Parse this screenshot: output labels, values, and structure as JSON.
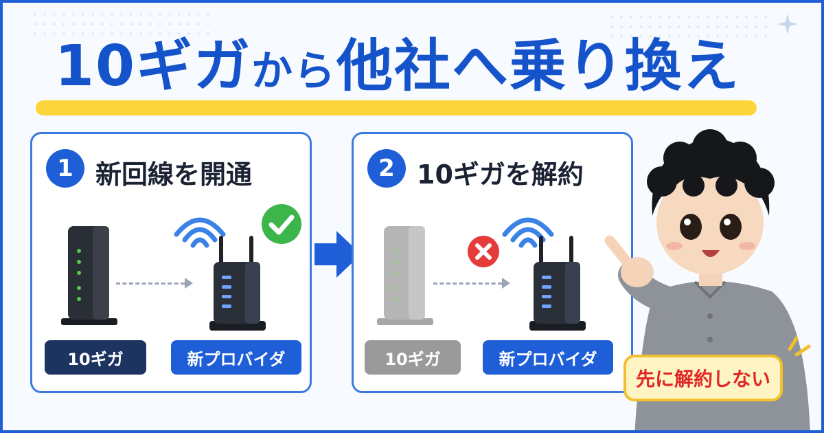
{
  "title": {
    "part1": "10ギガ",
    "part2": "から",
    "part3": "他社へ乗り換え"
  },
  "steps": [
    {
      "number": "1",
      "title": "新回線を開通",
      "left_label": "10ギガ",
      "right_label": "新プロバイダ",
      "status": "check"
    },
    {
      "number": "2",
      "title": "10ギガを解約",
      "left_label": "10ギガ",
      "right_label": "新プロバイダ",
      "status": "cross"
    }
  ],
  "callout": "先に解約しない",
  "colors": {
    "brand_blue": "#1453c9",
    "accent_yellow": "#fcd53b",
    "dark_navy_label": "#1d3461",
    "gray_label": "#9a9a9a",
    "ok_green": "#3cb54a",
    "error_red": "#e53b3b"
  }
}
